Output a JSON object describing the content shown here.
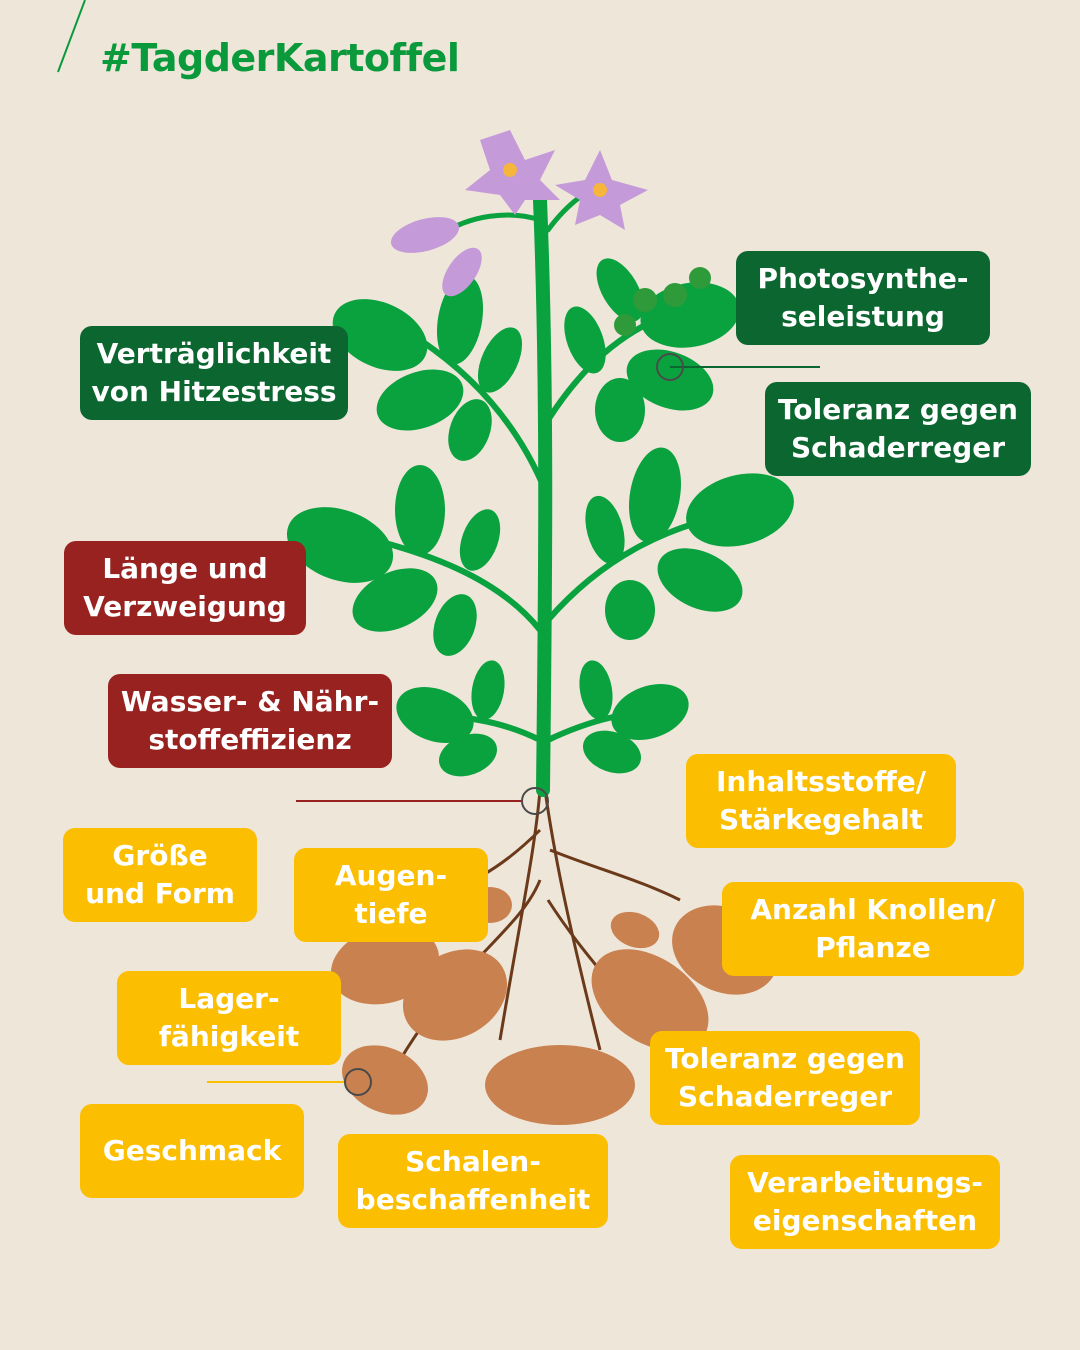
{
  "header": {
    "title": "#TagderKartoffel"
  },
  "colors": {
    "background": "#efe6da",
    "green_title": "#0a9a3c",
    "dark_green": "#0b6630",
    "red": "#982220",
    "yellow": "#fbbe00"
  },
  "labels": {
    "photosynthese": "Photosynthe-\nseleistung",
    "hitzestress": "Verträglichkeit\nvon Hitzestress",
    "schaderreger_plant": "Toleranz gegen\nSchaderreger",
    "laenge": "Länge und\nVerzweigung",
    "wasser": "Wasser- & Nähr-\nstoffeffizienz",
    "inhaltsstoffe": "Inhaltsstoffe/\nStärkegehalt",
    "groesse": "Größe\nund Form",
    "augentiefe": "Augen-\ntiefe",
    "anzahl": "Anzahl Knollen/\nPflanze",
    "lager": "Lager-\nfähigkeit",
    "schaderreger_tuber": "Toleranz gegen\nSchaderreger",
    "geschmack": "Geschmack",
    "schalen": "Schalen-\nbeschaffenheit",
    "verarbeitung": "Verarbeitungs-\neigenschaften"
  }
}
